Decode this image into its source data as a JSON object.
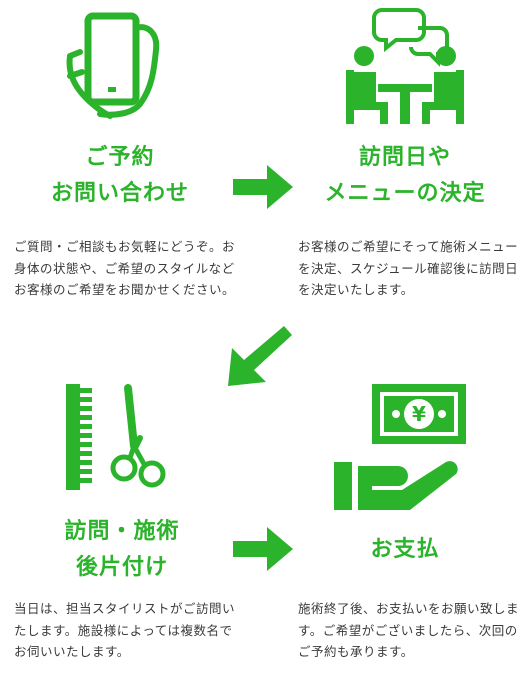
{
  "accent_color": "#2bb32b",
  "steps": [
    {
      "icon": "smartphone-icon",
      "title_lines": [
        "ご予約",
        "お問い合わせ"
      ],
      "description": "ご質問・ご相談もお気軽にどうぞ。お身体の状態や、ご希望のスタイルなどお客様のご希望をお聞かせください。"
    },
    {
      "icon": "meeting-icon",
      "title_lines": [
        "訪問日や",
        "メニューの決定"
      ],
      "description": "お客様のご希望にそって施術メニューを決定、スケジュール確認後に訪問日を決定いたします。"
    },
    {
      "icon": "comb-scissors-icon",
      "title_lines": [
        "訪問・施術",
        "後片付け"
      ],
      "description": "当日は、担当スタイリストがご訪問いたします。施設様によっては複数名でお伺いいたします。"
    },
    {
      "icon": "payment-hand-icon",
      "title_lines": [
        "お支払"
      ],
      "description": "施術終了後、お支払いをお願い致します。ご希望がございましたら、次回のご予約も承ります。"
    }
  ],
  "currency_symbol": "¥"
}
